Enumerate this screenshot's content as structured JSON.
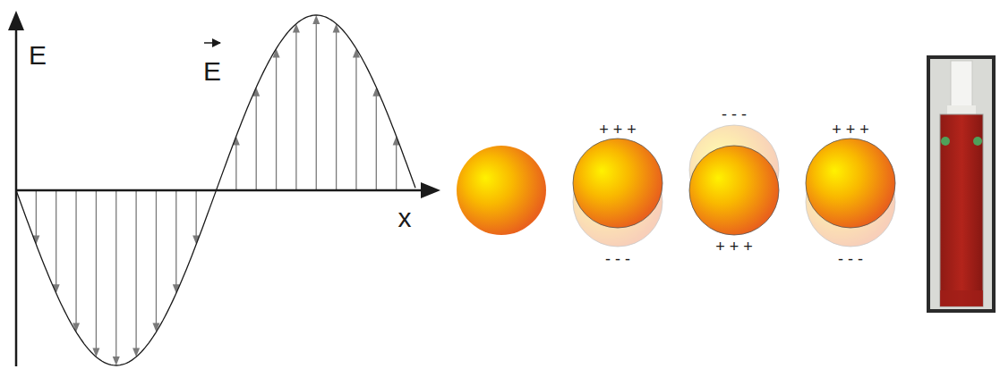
{
  "diagram": {
    "labels": [
      "E",
      "E",
      "x",
      "+ + +",
      "- - -",
      "- - -",
      "+ + +",
      "+ + +",
      "- - -"
    ]
  }
}
